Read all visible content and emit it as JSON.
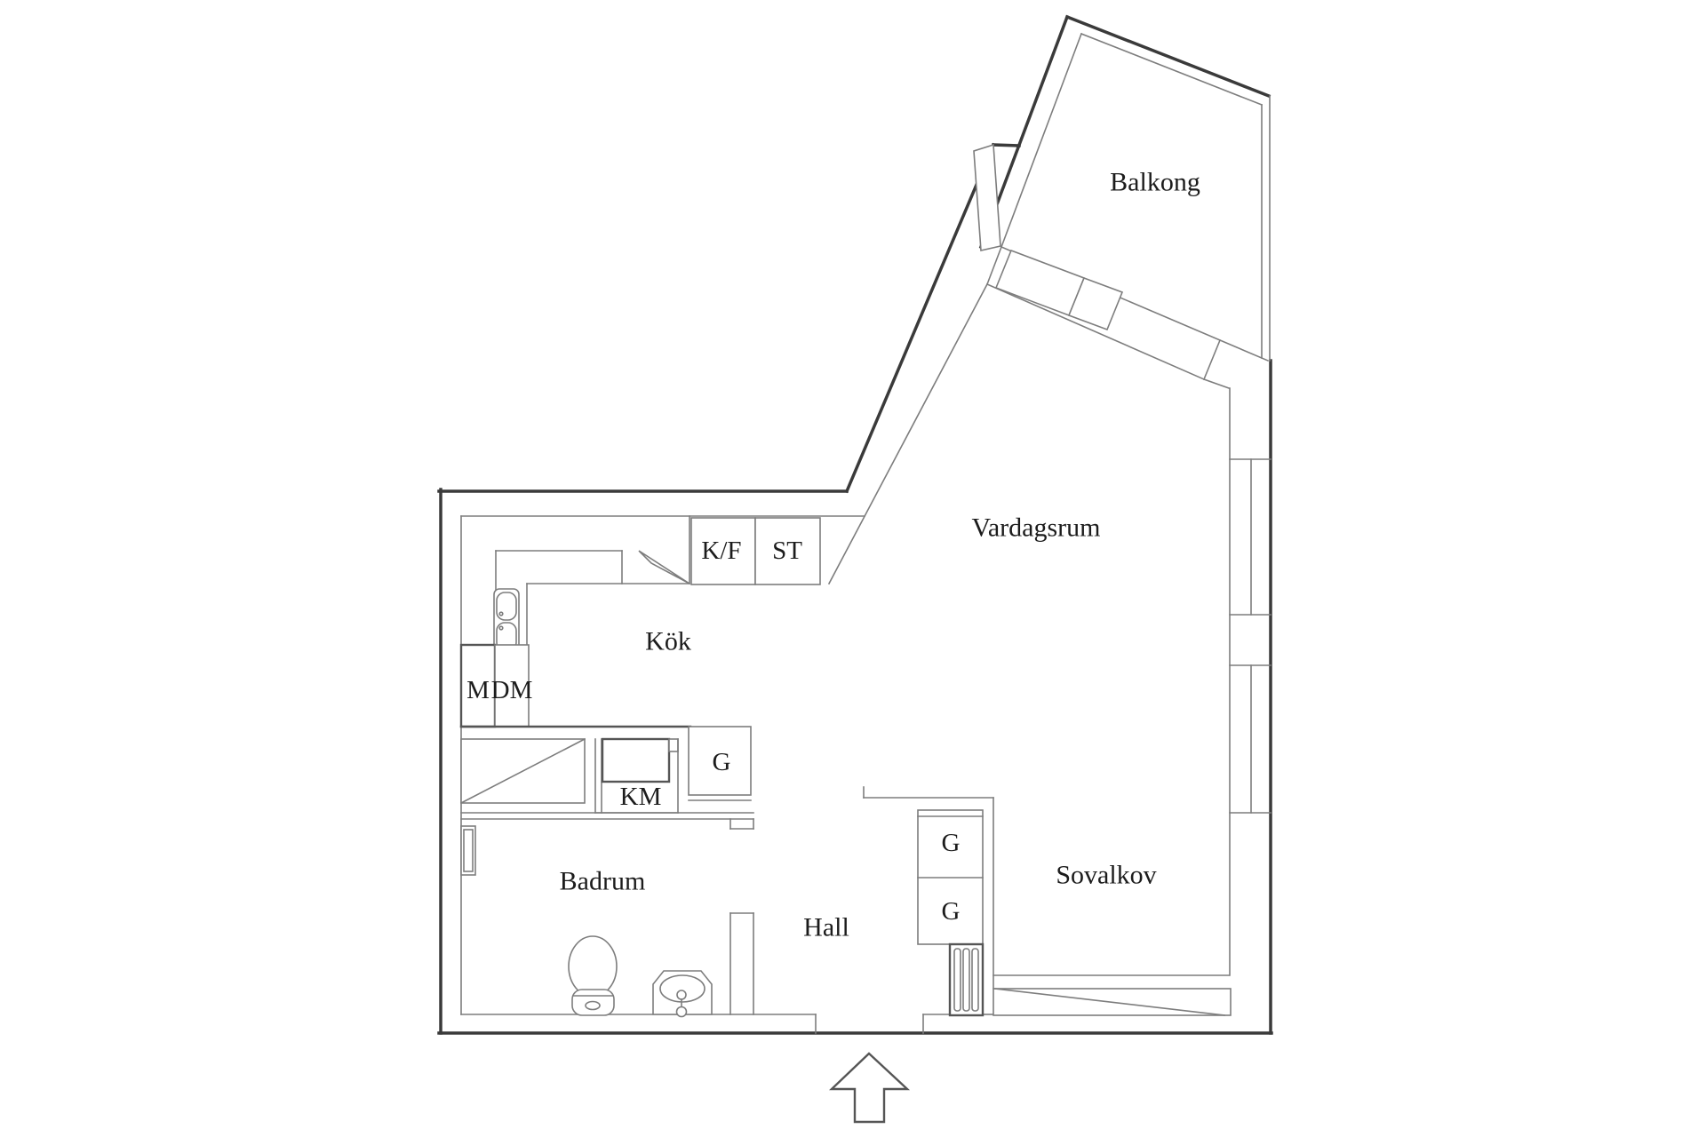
{
  "title": "Apartment floor plan",
  "colors": {
    "background": "#ffffff",
    "wall_thick": "#3a3a3a",
    "wall_med": "#555555",
    "wall_thin": "#7d7d7d",
    "label": "#1c1c1c"
  },
  "style_vars": "--wall-thick:#3a3a3a;--wall-med:#555555;--wall-thin:#7d7d7d;--label-color:#1c1c1c",
  "rooms": {
    "balcony": {
      "label": "Balkong"
    },
    "living_room": {
      "label": "Vardagsrum"
    },
    "kitchen": {
      "label": "Kök"
    },
    "bathroom": {
      "label": "Badrum"
    },
    "hall": {
      "label": "Hall"
    },
    "sleeping_alcove": {
      "label": "Sovalkov"
    }
  },
  "fixtures": {
    "fridge_freezer": "K/F",
    "cleaning_closet": "ST",
    "micro": "M",
    "dishwasher": "DM",
    "washing_machine": "KM",
    "wardrobe_kitchen": "G",
    "wardrobe_hall_1": "G",
    "wardrobe_hall_2": "G"
  }
}
